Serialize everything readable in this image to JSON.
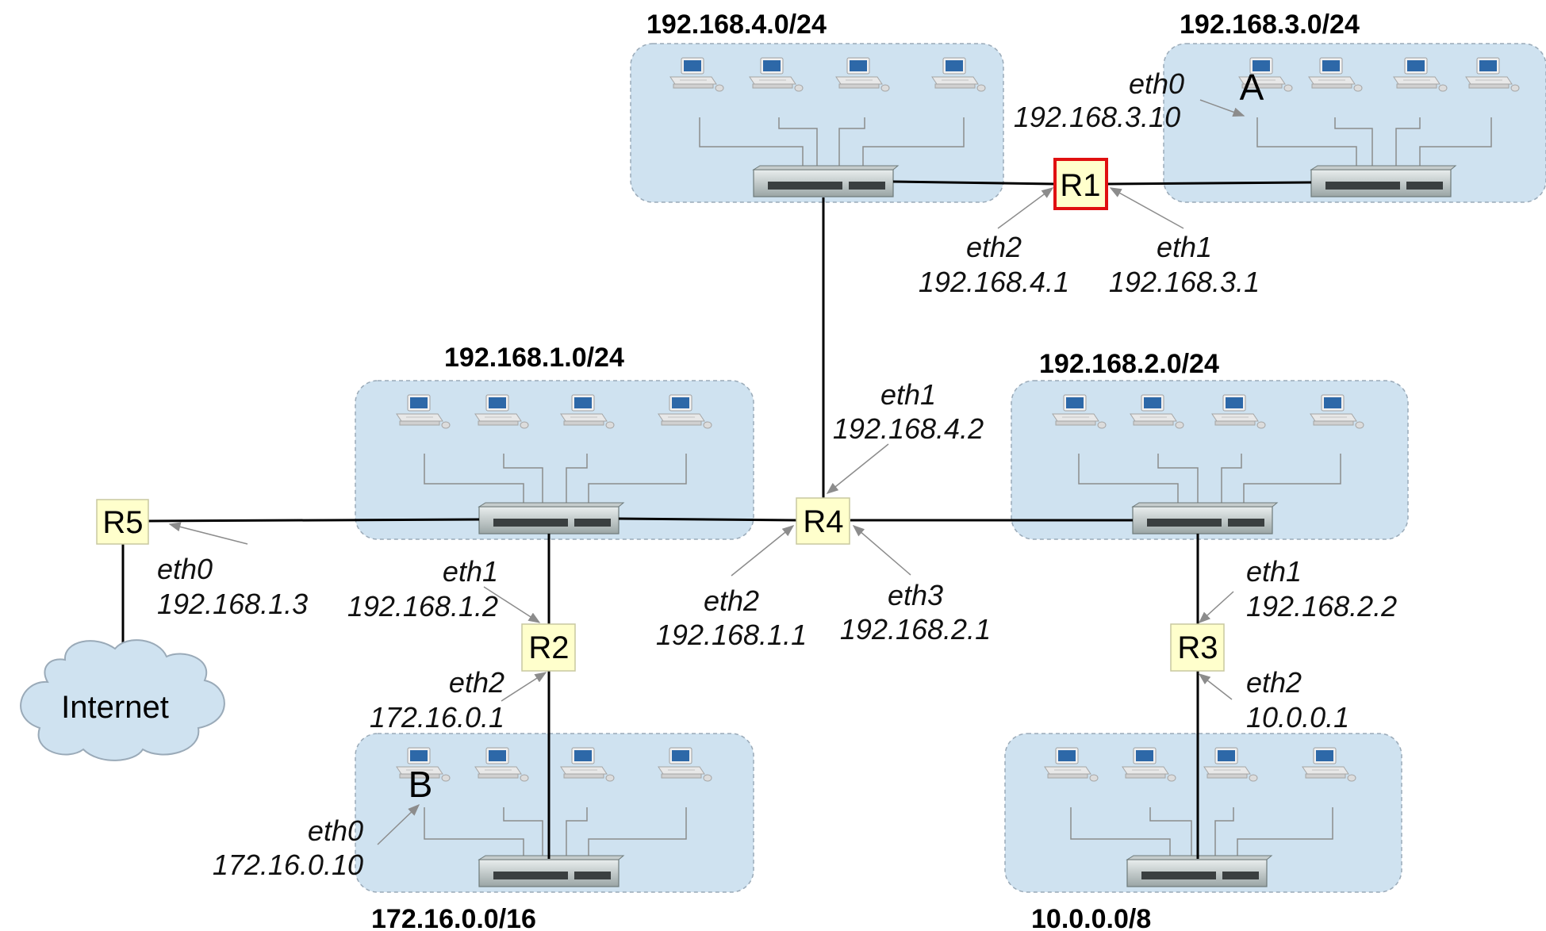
{
  "diagram": {
    "networks": [
      {
        "id": "n4",
        "label": "192.168.4.0/24"
      },
      {
        "id": "n3",
        "label": "192.168.3.0/24"
      },
      {
        "id": "n1",
        "label": "192.168.1.0/24"
      },
      {
        "id": "n2",
        "label": "192.168.2.0/24"
      },
      {
        "id": "n172",
        "label": "172.16.0.0/16"
      },
      {
        "id": "n10",
        "label": "10.0.0.0/8"
      }
    ],
    "routers": [
      {
        "id": "R1",
        "label": "R1",
        "highlighted": true
      },
      {
        "id": "R2",
        "label": "R2"
      },
      {
        "id": "R3",
        "label": "R3"
      },
      {
        "id": "R4",
        "label": "R4"
      },
      {
        "id": "R5",
        "label": "R5"
      }
    ],
    "interfaces": [
      {
        "id": "A_eth0",
        "name": "eth0",
        "ip": "192.168.3.10"
      },
      {
        "id": "R1_eth2",
        "name": "eth2",
        "ip": "192.168.4.1"
      },
      {
        "id": "R1_eth1",
        "name": "eth1",
        "ip": "192.168.3.1"
      },
      {
        "id": "R4_eth1",
        "name": "eth1",
        "ip": "192.168.4.2"
      },
      {
        "id": "R5_eth0",
        "name": "eth0",
        "ip": "192.168.1.3"
      },
      {
        "id": "R2_eth1",
        "name": "eth1",
        "ip": "192.168.1.2"
      },
      {
        "id": "R4_eth2",
        "name": "eth2",
        "ip": "192.168.1.1"
      },
      {
        "id": "R4_eth3",
        "name": "eth3",
        "ip": "192.168.2.1"
      },
      {
        "id": "R3_eth1",
        "name": "eth1",
        "ip": "192.168.2.2"
      },
      {
        "id": "R2_eth2",
        "name": "eth2",
        "ip": "172.16.0.1"
      },
      {
        "id": "R3_eth2",
        "name": "eth2",
        "ip": "10.0.0.1"
      },
      {
        "id": "B_eth0",
        "name": "eth0",
        "ip": "172.16.0.10"
      }
    ],
    "hosts": {
      "A": "A",
      "B": "B"
    },
    "cloud": {
      "label": "Internet"
    },
    "colors": {
      "subnet_fill": "#cfe2f0",
      "router_fill": "#ffffcc",
      "highlight": "#e01010"
    }
  }
}
